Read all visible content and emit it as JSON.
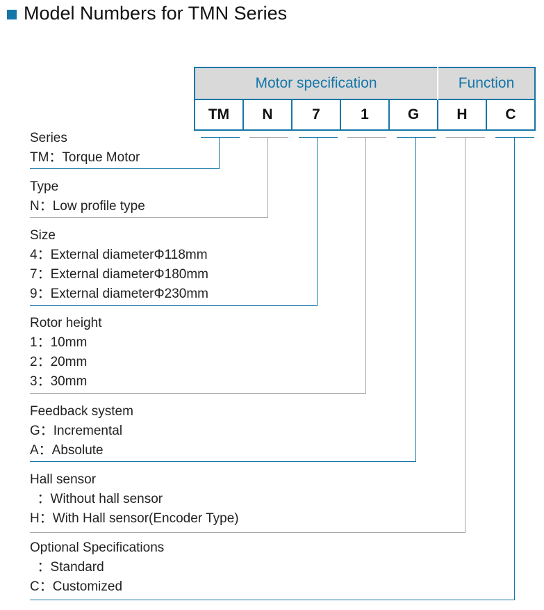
{
  "title": "Model Numbers for TMN Series",
  "header": {
    "motor_spec": "Motor specification",
    "function": "Function"
  },
  "codes": [
    "TM",
    "N",
    "7",
    "1",
    "G",
    "H",
    "C"
  ],
  "colors": {
    "accent": "#1577a8",
    "gray_line": "#a6a6a6",
    "header_bg": "#d9d9d9"
  },
  "sections": {
    "series": {
      "heading": "Series",
      "lines": [
        "TM：Torque Motor"
      ]
    },
    "type": {
      "heading": "Type",
      "lines": [
        "N：Low profile type"
      ]
    },
    "size": {
      "heading": "Size",
      "lines": [
        "4：External diameterΦ118mm",
        "7：External diameterΦ180mm",
        "9：External diameterΦ230mm"
      ]
    },
    "rotor": {
      "heading": "Rotor height",
      "lines": [
        "1：10mm",
        "2：20mm",
        "3：30mm"
      ]
    },
    "feedback": {
      "heading": "Feedback system",
      "lines": [
        "G：Incremental",
        "A：Absolute"
      ]
    },
    "hall": {
      "heading": "Hall sensor",
      "lines": [
        "  ：Without hall sensor",
        "H：With Hall sensor(Encoder Type)"
      ]
    },
    "optional": {
      "heading": "Optional Specifications",
      "lines": [
        "  ：Standard",
        "C：Customized"
      ]
    }
  }
}
